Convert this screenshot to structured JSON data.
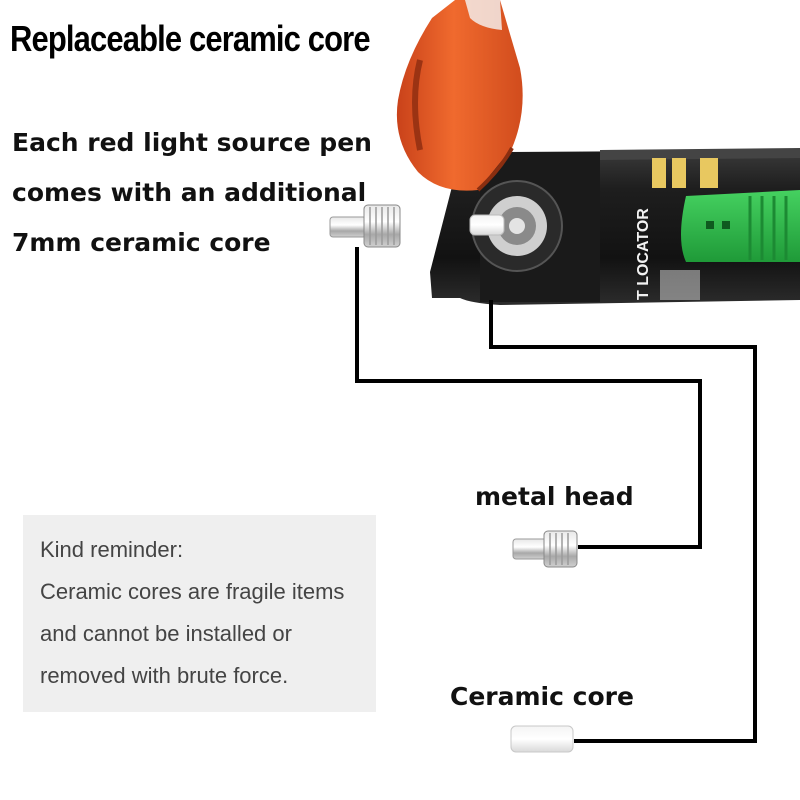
{
  "title": "Replaceable ceramic core",
  "intro": {
    "line1": "Each red light source pen",
    "line2": "comes with an additional",
    "line3": "7mm ceramic core"
  },
  "labels": {
    "metal_head": "metal head",
    "ceramic_core": "Ceramic core"
  },
  "reminder": {
    "heading": "Kind reminder:",
    "line1": "Ceramic cores are fragile items",
    "line2": "and cannot be installed or",
    "line3": "removed with brute force."
  },
  "pen": {
    "label_text": "T LOCATOR",
    "cap_color": "#e8541e",
    "body_color": "#1b1b1b",
    "clip_color": "#2fb84a"
  }
}
